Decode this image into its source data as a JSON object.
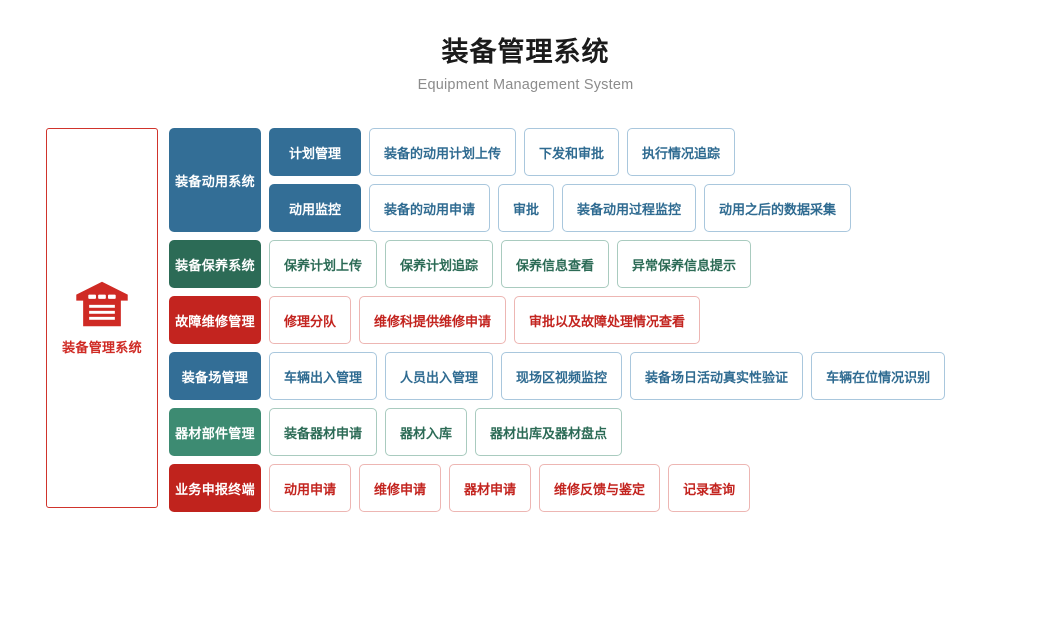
{
  "header": {
    "title": "装备管理系统",
    "subtitle": "Equipment Management System"
  },
  "root": {
    "icon": "warehouse-icon",
    "label": "装备管理系统",
    "border_color": "#d0342c",
    "text_color": "#cf2a24"
  },
  "palette": {
    "blue_fill": "#336e96",
    "blue_border": "#a9c7dd",
    "blue_text": "#2f6b91",
    "green_fill": "#2c6b56",
    "green_fill_light": "#3d8b72",
    "green_border": "#a9cbbf",
    "green_text": "#2c6b56",
    "red_fill": "#c3241f",
    "red_border": "#edb6b3",
    "red_text": "#c3241f",
    "title_color": "#1b1b1b",
    "subtitle_color": "#8c8c8c"
  },
  "groups": [
    {
      "head": "装备动用系统",
      "theme": "blue",
      "subrows": [
        {
          "chip": "计划管理",
          "leaves": [
            "装备的动用计划上传",
            "下发和审批",
            "执行情况追踪"
          ]
        },
        {
          "chip": "动用监控",
          "leaves": [
            "装备的动用申请",
            "审批",
            "装备动用过程监控",
            "动用之后的数据采集"
          ]
        }
      ]
    },
    {
      "head": "装备保养系统",
      "theme": "green",
      "subrows": [
        {
          "chip": null,
          "leaves": [
            "保养计划上传",
            "保养计划追踪",
            "保养信息查看",
            "异常保养信息提示"
          ]
        }
      ]
    },
    {
      "head": "故障维修管理",
      "theme": "red",
      "subrows": [
        {
          "chip": null,
          "leaves": [
            "修理分队",
            "维修科提供维修申请",
            "审批以及故障处理情况查看"
          ]
        }
      ]
    },
    {
      "head": "装备场管理",
      "theme": "blue",
      "subrows": [
        {
          "chip": null,
          "leaves": [
            "车辆出入管理",
            "人员出入管理",
            "现场区视频监控",
            "装备场日活动真实性验证",
            "车辆在位情况识别"
          ]
        }
      ]
    },
    {
      "head": "器材部件管理",
      "theme": "green2",
      "subrows": [
        {
          "chip": null,
          "leaves": [
            "装备器材申请",
            "器材入库",
            "器材出库及器材盘点"
          ]
        }
      ]
    },
    {
      "head": "业务申报终端",
      "theme": "red2",
      "subrows": [
        {
          "chip": null,
          "leaves": [
            "动用申请",
            "维修申请",
            "器材申请",
            "维修反馈与鉴定",
            "记录查询"
          ]
        }
      ]
    }
  ]
}
